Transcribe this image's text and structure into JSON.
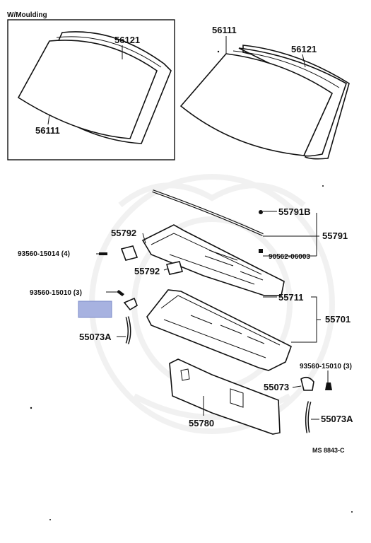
{
  "inset": {
    "title": "W/Moulding"
  },
  "labels": {
    "inset_moulding": "56121",
    "inset_glass": "56111",
    "main_glass": "56111",
    "main_weatherstrip": "56121",
    "cowl_panel_seal": "55791B",
    "cowl_panel_assy": "55791",
    "left_cover": "55792",
    "left_cover_lower": "55792",
    "clip_screw": "90562-06003",
    "screw_qty4": "93560-15014 (4)",
    "screw_qty3": "93560-15010 (3)",
    "cowl_inner": "55711",
    "cowl_assy": "55701",
    "hose_left": "55073A",
    "screw_qty3_right": "93560-15010 (3)",
    "nozzle_right": "55073",
    "hose_right": "55073A",
    "silencer": "55780"
  },
  "code": "MS 8843-C",
  "colors": {
    "line": "#111111",
    "highlight": "#a7b2e0",
    "highlight_border": "#7d8cc8"
  }
}
